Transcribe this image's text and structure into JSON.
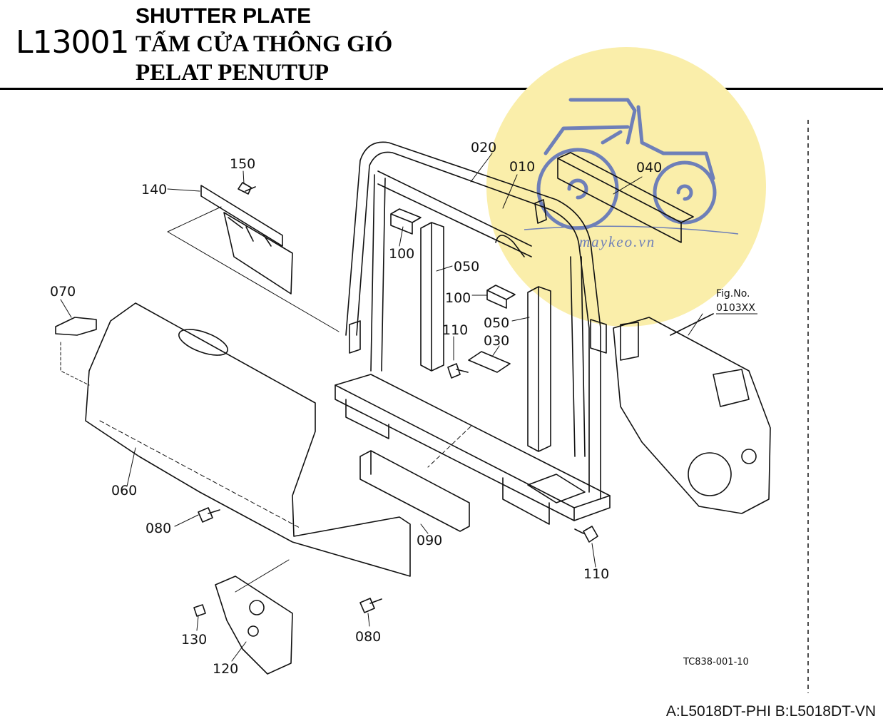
{
  "header": {
    "code": "L13001",
    "title_en": "SHUTTER PLATE",
    "title_vi": "TẤM CỬA THÔNG GIÓ",
    "title_id": "PELAT PENUTUP"
  },
  "watermark": {
    "text": "maykeo.vn"
  },
  "figure_ref": {
    "label": "Fig.No.",
    "number": "0103XX"
  },
  "drawing_code": "TC838-001-10",
  "models": "A:L5018DT-PHI B:L5018DT-VN",
  "colors": {
    "watermark_circle": "#faeeaa",
    "watermark_ink": "#6e7fb8",
    "line": "#111111"
  },
  "parts": {
    "p150": "150",
    "p140": "140",
    "p020": "020",
    "p010": "010",
    "p040": "040",
    "p100a": "100",
    "p050a": "050",
    "p100b": "100",
    "p050b": "050",
    "p110a": "110",
    "p030": "030",
    "p070": "070",
    "p060": "060",
    "p080a": "080",
    "p090": "090",
    "p110b": "110",
    "p080b": "080",
    "p130": "130",
    "p120": "120"
  }
}
